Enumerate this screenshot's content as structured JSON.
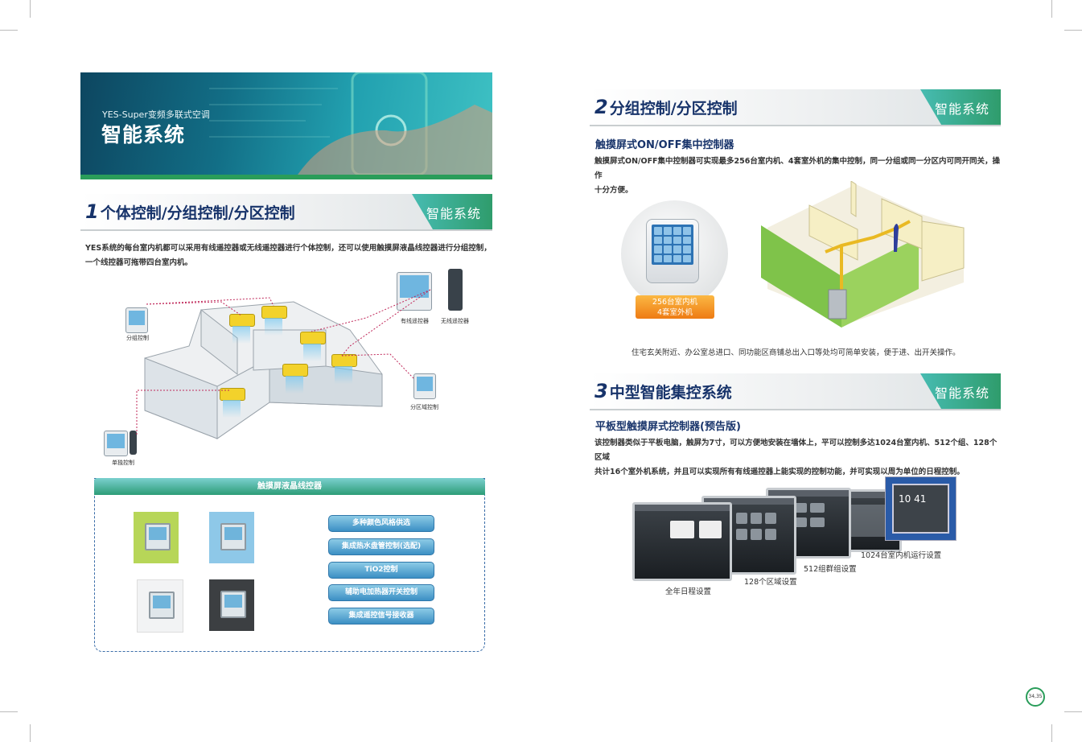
{
  "hero": {
    "subtitle": "YES-Super变频多联式空调",
    "title": "智能系统"
  },
  "section1": {
    "number": "1",
    "title": "个体控制/分组控制/分区控制",
    "tag": "智能系统",
    "paragraph_line1": "YES系统的每台室内机都可以采用有线遥控器或无线遥控器进行个体控制，还可以使用触摸屏液晶线控器进行分组控制，",
    "paragraph_line2": "一个线控器可拖带四台室内机。",
    "captions": {
      "group": "分组控制",
      "wired": "有线遥控器",
      "wireless": "无线遥控器",
      "zone": "分区域控制",
      "single": "单独控制"
    }
  },
  "touch_panel": {
    "header": "触摸屏液晶线控器",
    "features": [
      "多种颜色风格供选",
      "集成热水盘管控制(选配)",
      "TiO2控制",
      "辅助电加热器开关控制",
      "集成遥控信号接收器"
    ],
    "panel_colors": [
      "#b7d658",
      "#8ec8e8",
      "#f2f3f4",
      "#3c3f42"
    ]
  },
  "section2": {
    "number": "2",
    "title": "分组控制/分区控制",
    "tag": "智能系统",
    "subheading": "触摸屏式ON/OFF集中控制器",
    "paragraph_line1": "触摸屏式ON/OFF集中控制器可实现最多256台室内机、4套室外机的集中控制，同一分组或同一分区内可同开同关，操作",
    "paragraph_line2": "十分方便。",
    "badge_line1": "256台室内机",
    "badge_line2": "4套室外机",
    "caption": "住宅玄关附近、办公室总进口、同功能区商铺总出入口等处均可简单安装，便于进、出开关操作。"
  },
  "section3": {
    "number": "3",
    "title": "中型智能集控系统",
    "tag": "智能系统",
    "subheading": "平板型触摸屏式控制器(预告版)",
    "paragraph_line1": "该控制器类似于平板电脑，触屏为7寸，可以方便地安装在墙体上，平可以控制多达1024台室内机、512个组、128个区域",
    "paragraph_line2": "共计16个室外机系统，并且可以实现所有有线遥控器上能实现的控制功能，并可实现以周为单位的日程控制。",
    "screen_captions": [
      "全年日程设置",
      "128个区域设置",
      "512组群组设置",
      "1024台室内机运行设置"
    ],
    "clock_time": "10 41"
  },
  "page_number": "34,35",
  "colors": {
    "accent_green": "#2a9d5a",
    "title_blue": "#17336a",
    "badge_orange": "#ee7b14"
  }
}
